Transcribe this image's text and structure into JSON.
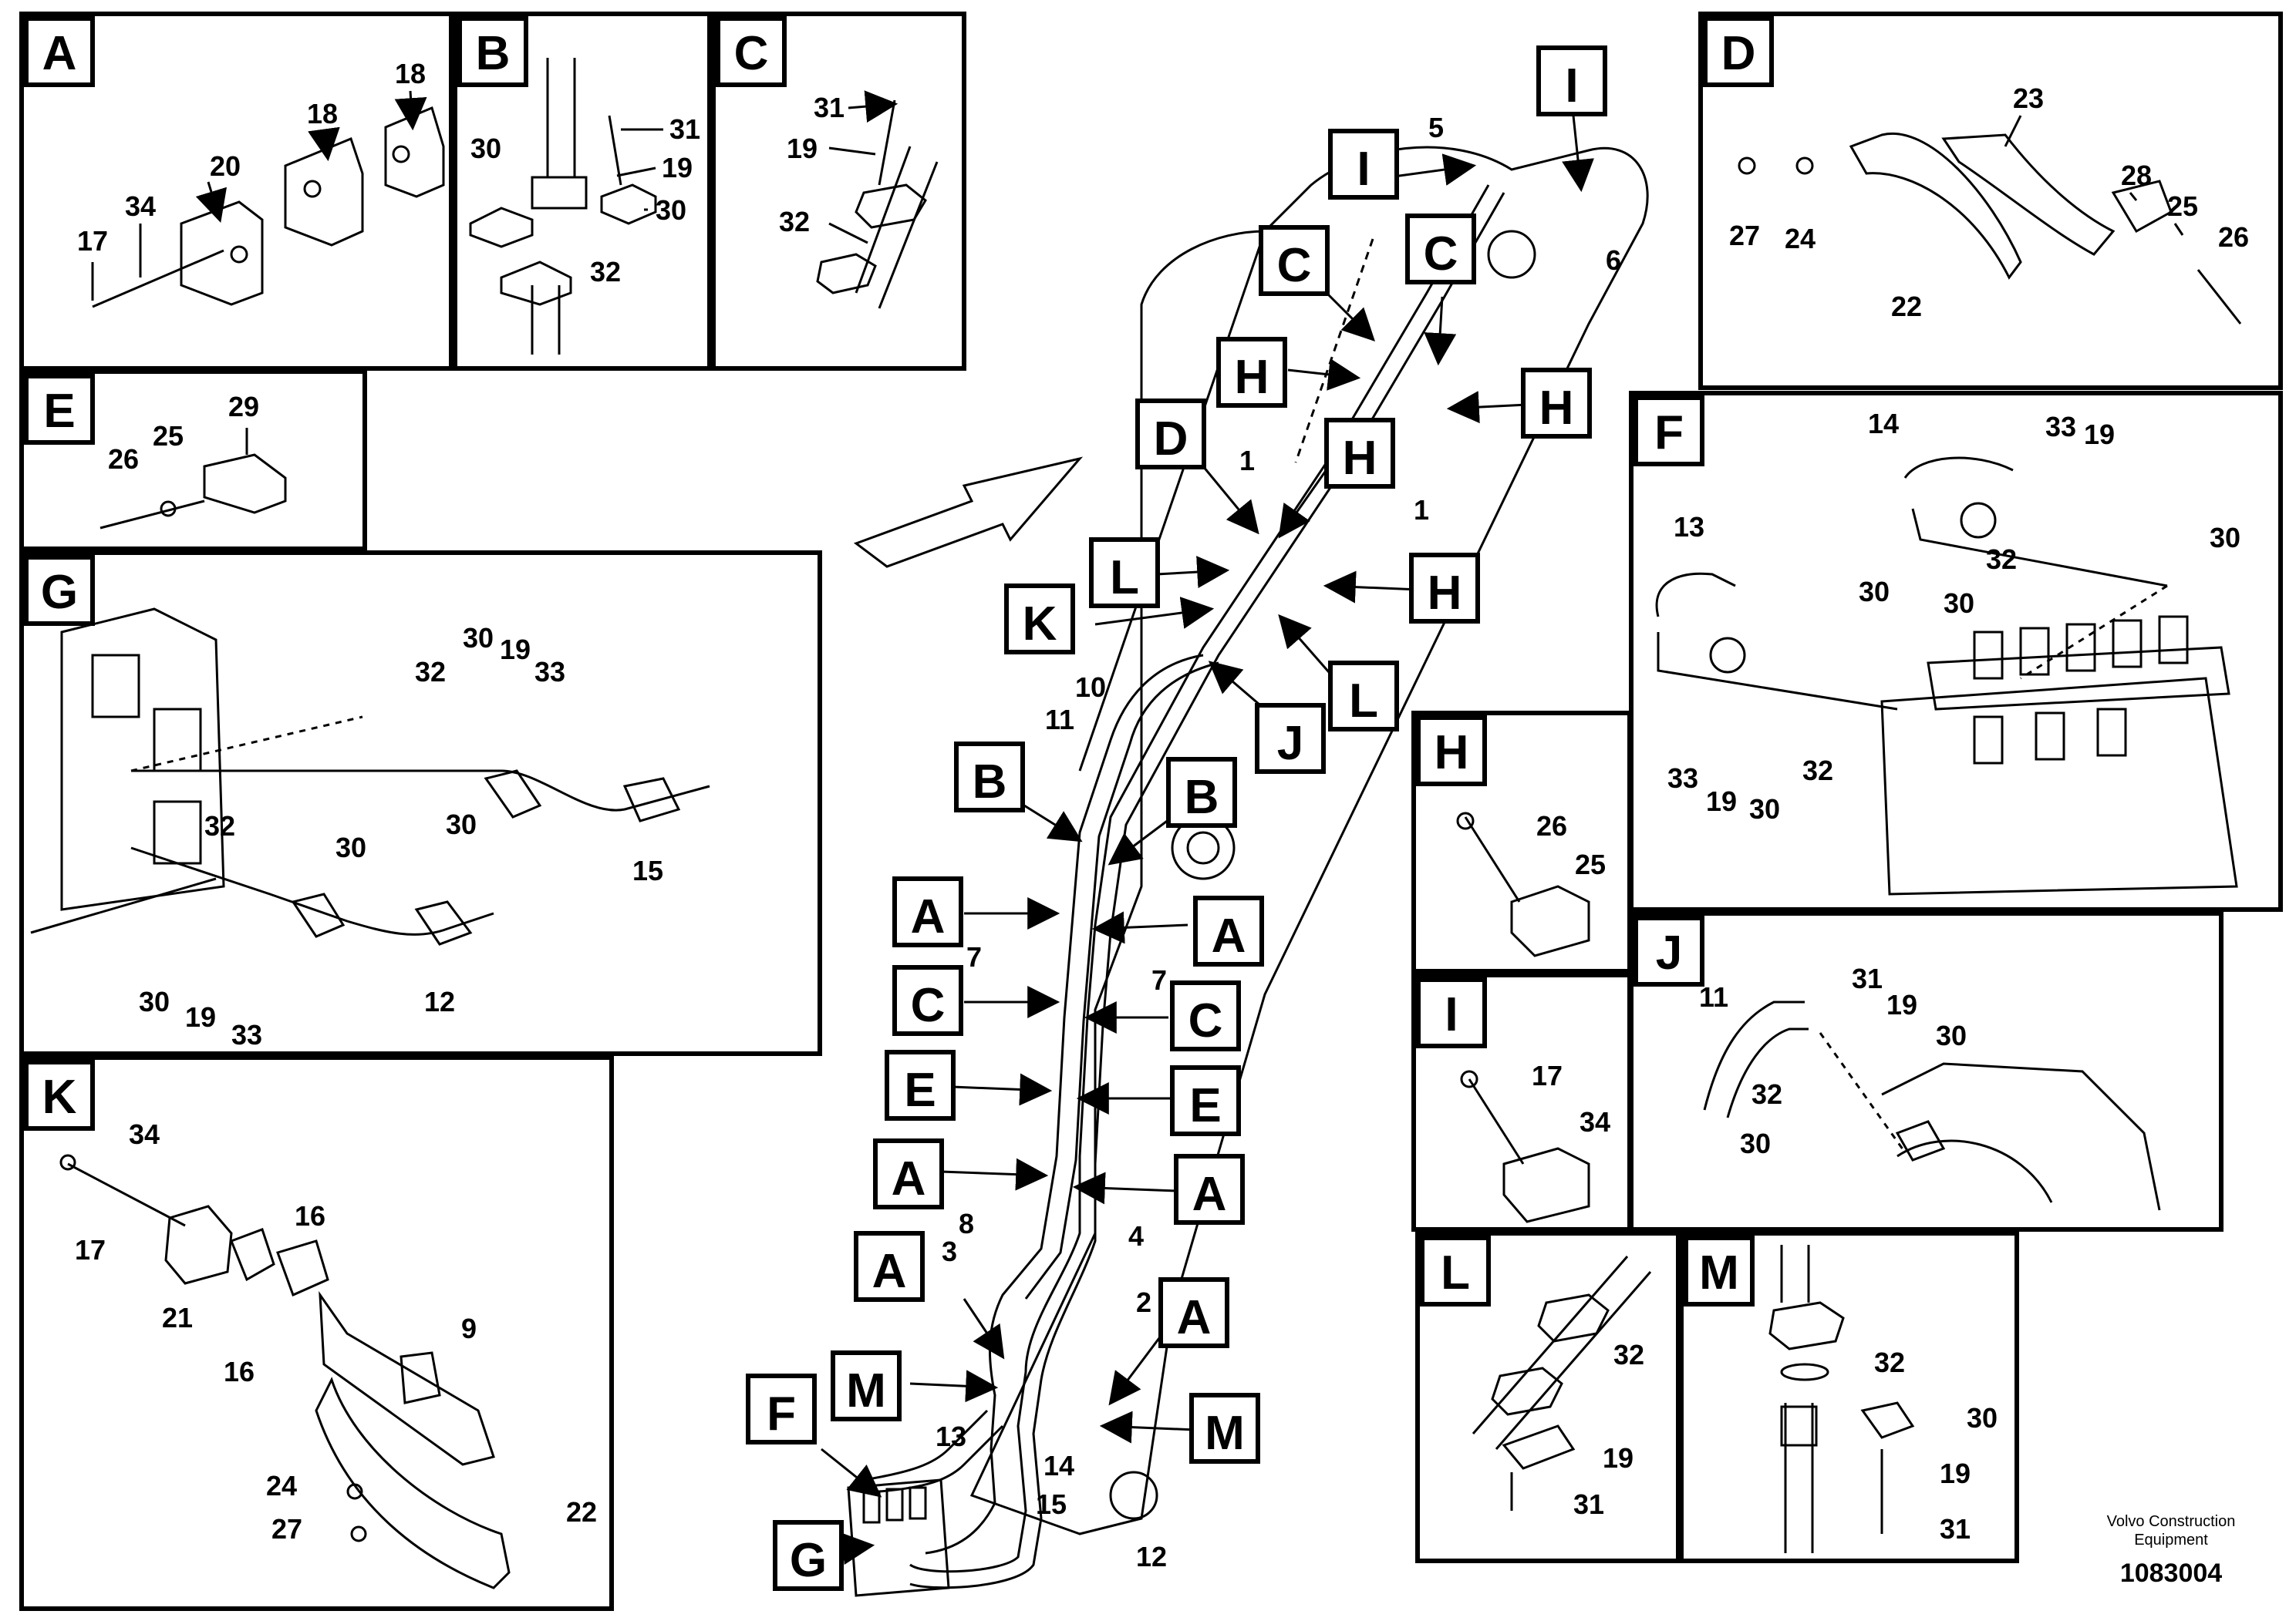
{
  "panels": {
    "A": {
      "letter": "A",
      "parts": [
        "18",
        "18",
        "20",
        "17",
        "34"
      ]
    },
    "B": {
      "letter": "B",
      "parts": [
        "31",
        "19",
        "30",
        "30",
        "32"
      ]
    },
    "C": {
      "letter": "C",
      "parts": [
        "31",
        "19",
        "32"
      ]
    },
    "D": {
      "letter": "D",
      "parts": [
        "23",
        "28",
        "25",
        "26",
        "27",
        "24",
        "22"
      ]
    },
    "E": {
      "letter": "E",
      "parts": [
        "29",
        "26",
        "25"
      ]
    },
    "F": {
      "letter": "F",
      "parts": [
        "14",
        "33",
        "19",
        "13",
        "30",
        "32",
        "30",
        "30",
        "33",
        "19",
        "30",
        "32"
      ]
    },
    "G": {
      "letter": "G",
      "parts": [
        "30",
        "19",
        "33",
        "32",
        "30",
        "32",
        "30",
        "15",
        "12",
        "30",
        "19",
        "33"
      ]
    },
    "H": {
      "letter": "H",
      "parts": [
        "26",
        "25"
      ]
    },
    "I": {
      "letter": "I",
      "parts": [
        "17",
        "34"
      ]
    },
    "J": {
      "letter": "J",
      "parts": [
        "31",
        "11",
        "19",
        "30",
        "32",
        "30"
      ]
    },
    "K": {
      "letter": "K",
      "parts": [
        "34",
        "17",
        "16",
        "21",
        "16",
        "9",
        "24",
        "27",
        "22"
      ]
    },
    "L": {
      "letter": "L",
      "parts": [
        "32",
        "19",
        "31"
      ]
    },
    "M": {
      "letter": "M",
      "parts": [
        "32",
        "30",
        "19",
        "31"
      ]
    }
  },
  "main_callouts": {
    "letters": [
      "I",
      "I",
      "C",
      "C",
      "H",
      "H",
      "D",
      "H",
      "L",
      "H",
      "K",
      "L",
      "J",
      "B",
      "B",
      "A",
      "A",
      "C",
      "C",
      "E",
      "E",
      "A",
      "A",
      "A",
      "M",
      "A",
      "M",
      "F",
      "G"
    ],
    "numbers": [
      "5",
      "6",
      "1",
      "1",
      "10",
      "11",
      "7",
      "7",
      "8",
      "3",
      "4",
      "2",
      "13",
      "14",
      "15",
      "12"
    ]
  },
  "footer": {
    "company_line1": "Volvo Construction",
    "company_line2": "Equipment",
    "drawing_number": "1083004"
  }
}
